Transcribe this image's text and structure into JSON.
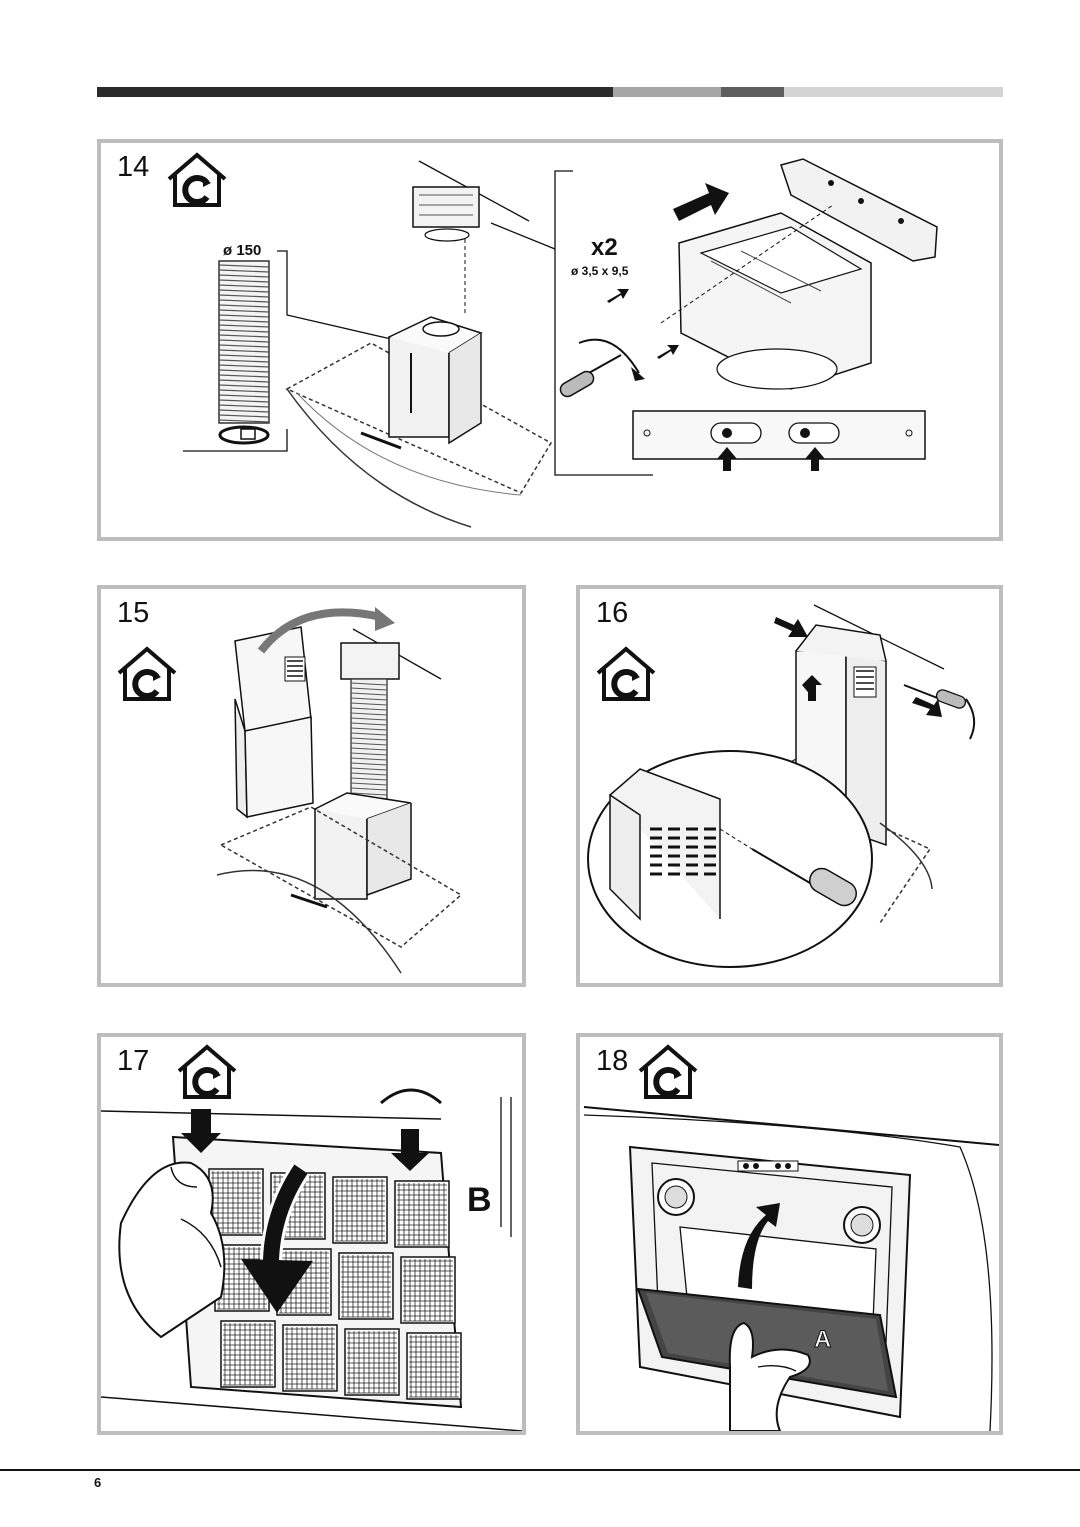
{
  "header_bar": {
    "colors": [
      "#2b2b2b",
      "#a6a6a6",
      "#5d5d5d",
      "#d4d4d4"
    ]
  },
  "steps": [
    {
      "number": "14",
      "icon": "house-recirculation-icon",
      "labels": {
        "duct_diameter": "ø 150",
        "quantity": "x2",
        "screw_size": "ø 3,5 x 9,5"
      }
    },
    {
      "number": "15",
      "icon": "house-recirculation-icon"
    },
    {
      "number": "16",
      "icon": "house-recirculation-icon"
    },
    {
      "number": "17",
      "icon": "house-recirculation-icon",
      "labels": {
        "part": "B"
      }
    },
    {
      "number": "18",
      "icon": "house-recirculation-icon",
      "labels": {
        "part": "A"
      }
    }
  ],
  "footer": {
    "page_number": "6"
  }
}
